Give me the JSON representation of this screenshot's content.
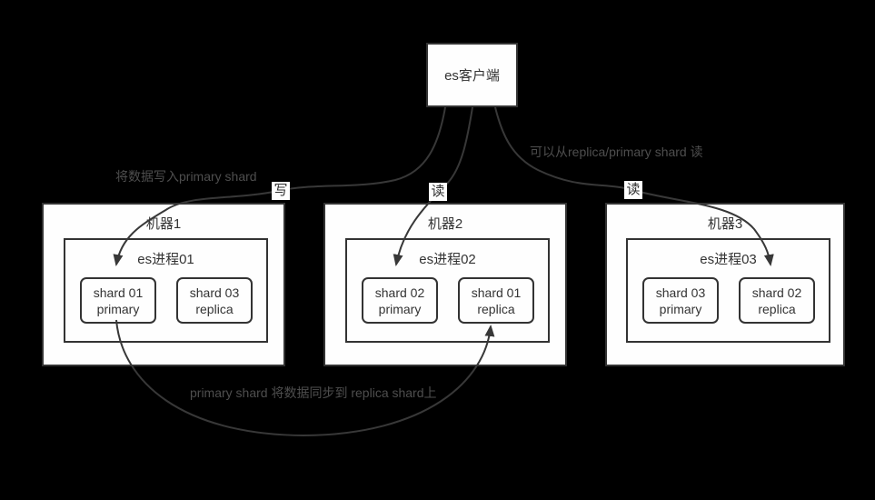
{
  "client": {
    "label": "es客户端"
  },
  "machines": [
    {
      "label": "机器1",
      "process": {
        "label": "es进程01",
        "shards": [
          {
            "label": "shard 01\nprimary"
          },
          {
            "label": "shard 03\nreplica"
          }
        ]
      }
    },
    {
      "label": "机器2",
      "process": {
        "label": "es进程02",
        "shards": [
          {
            "label": "shard 02\nprimary"
          },
          {
            "label": "shard 01\nreplica"
          }
        ]
      }
    },
    {
      "label": "机器3",
      "process": {
        "label": "es进程03",
        "shards": [
          {
            "label": "shard 03\nprimary"
          },
          {
            "label": "shard 02\nreplica"
          }
        ]
      }
    }
  ],
  "badges": {
    "write": "写",
    "read_machine2": "读",
    "read_machine3": "读"
  },
  "annotations": {
    "write_note": "将数据写入primary shard",
    "read_note": "可以从replica/primary shard 读",
    "sync_note": "primary shard 将数据同步到 replica shard上"
  },
  "colors": {
    "background": "#000000",
    "box_fill": "#fefefe",
    "box_border": "#333333",
    "line": "#383838",
    "note_text": "#4e4e4e",
    "box_text": "#333333"
  }
}
